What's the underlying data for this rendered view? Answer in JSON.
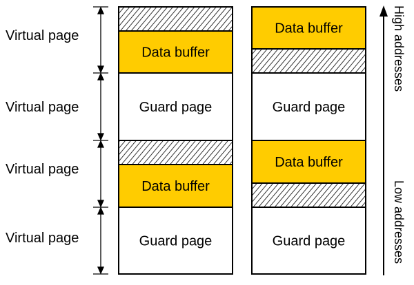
{
  "row_labels": [
    "Virtual page",
    "Virtual page",
    "Virtual page",
    "Virtual page"
  ],
  "columns": [
    {
      "cells": [
        {
          "type": "split-hatch-top",
          "text": "Data buffer"
        },
        {
          "type": "guard",
          "text": "Guard page"
        },
        {
          "type": "split-hatch-top",
          "text": "Data buffer"
        },
        {
          "type": "guard",
          "text": "Guard page"
        }
      ]
    },
    {
      "cells": [
        {
          "type": "split-hatch-bottom",
          "text": "Data buffer"
        },
        {
          "type": "guard",
          "text": "Guard page"
        },
        {
          "type": "split-hatch-bottom",
          "text": "Data buffer"
        },
        {
          "type": "guard",
          "text": "Guard page"
        }
      ]
    }
  ],
  "address_axis": {
    "high_label": "High addresses",
    "low_label": "Low addresses"
  },
  "colors": {
    "buffer_fill": "#FFCC00",
    "guard_fill": "#FFFFFF",
    "stroke": "#000000"
  }
}
